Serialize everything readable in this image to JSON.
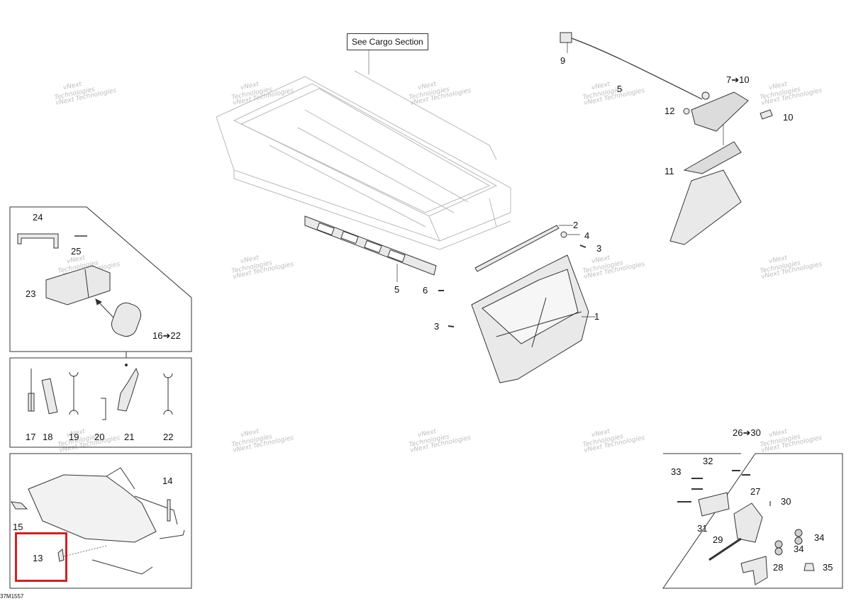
{
  "cargo_callout": "See Cargo Section",
  "reference_code": "37M1557",
  "watermark": {
    "line1": "vNext",
    "line2": "Technologies",
    "combined": "vNext Technologies"
  },
  "callouts": {
    "c1": "1",
    "c2": "2",
    "c3a": "3",
    "c3b": "3",
    "c4": "4",
    "c5a": "5",
    "c5b": "5",
    "c6": "6",
    "c7": "7➔10",
    "c9": "9",
    "c10": "10",
    "c11": "11",
    "c12": "12",
    "c13": "13",
    "c14": "14",
    "c15": "15",
    "c16": "16➔22",
    "c17": "17",
    "c18": "18",
    "c19": "19",
    "c20": "20",
    "c21": "21",
    "c22": "22",
    "c23": "23",
    "c24": "24",
    "c25": "25",
    "c26": "26➔30",
    "c27": "27",
    "c28": "28",
    "c29": "29",
    "c30": "30",
    "c31": "31",
    "c32": "32",
    "c33": "33",
    "c34a": "34",
    "c34b": "34",
    "c35": "35"
  },
  "colors": {
    "line": "#333333",
    "faint": "#b8b8b8",
    "highlight": "#d32020",
    "part_fill": "#e9e9e9"
  }
}
